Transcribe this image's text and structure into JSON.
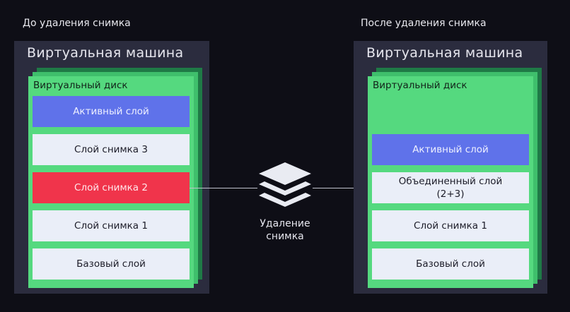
{
  "left_panel": {
    "caption": "До удаления снимка",
    "vm_title": "Виртуальная машина",
    "disk_title": "Виртуальный диск",
    "layers": [
      {
        "label": "Активный слой",
        "kind": "active"
      },
      {
        "label": "Слой снимка 3",
        "kind": "normal"
      },
      {
        "label": "Слой снимка 2",
        "kind": "highlighted"
      },
      {
        "label": "Слой снимка 1",
        "kind": "normal"
      },
      {
        "label": "Базовый слой",
        "kind": "normal"
      }
    ]
  },
  "right_panel": {
    "caption": "После удаления снимка",
    "vm_title": "Виртуальная машина",
    "disk_title": "Виртуальный диск",
    "layers": [
      {
        "label": "Активный слой",
        "kind": "active"
      },
      {
        "label": "Объединенный слой\n(2+3)",
        "kind": "normal"
      },
      {
        "label": "Слой снимка 1",
        "kind": "normal"
      },
      {
        "label": "Базовый слой",
        "kind": "normal"
      }
    ]
  },
  "action": {
    "icon": "layers-stack-icon",
    "label_line1": "Удаление",
    "label_line2": "снимка"
  },
  "colors": {
    "background": "#0e0e16",
    "vm": "#2b2c3e",
    "disk": "#55d97f",
    "active_layer": "#5f72ea",
    "highlighted_layer": "#f0344b",
    "layer": "#eaeef8"
  }
}
